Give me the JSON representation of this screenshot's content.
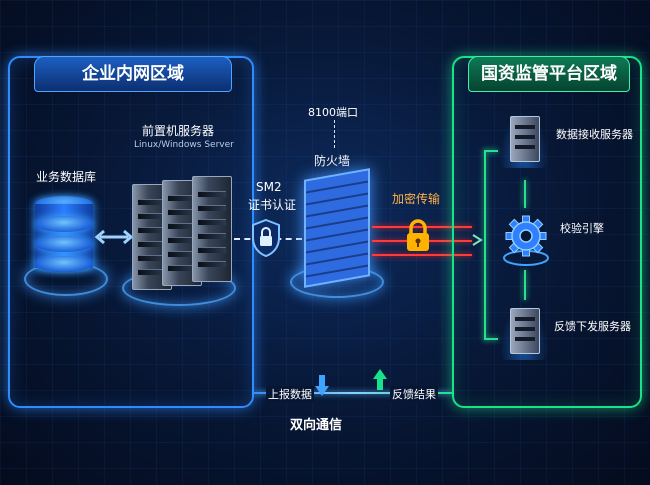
{
  "left_zone": {
    "title": "企业内网区域",
    "db_label": "业务数据库",
    "server_label": "前置机服务器",
    "server_sub": "Linux/Windows Server"
  },
  "middle": {
    "sm2_line1": "SM2",
    "sm2_line2": "证书认证",
    "port_label": "8100端口",
    "firewall_label": "防火墙",
    "encrypt_label": "加密传输"
  },
  "right_zone": {
    "title": "国资监管平台区域",
    "items": [
      {
        "label": "数据接收服务器"
      },
      {
        "label": "校验引擎"
      },
      {
        "label": "反馈下发服务器"
      }
    ]
  },
  "bottom": {
    "report_label": "上报数据",
    "feedback_label": "反馈结果",
    "center_label": "双向通信"
  },
  "colors": {
    "left_accent": "#2f8cff",
    "right_accent": "#19e38a",
    "encrypt_accent": "#ff3a3a",
    "lock_accent": "#ffb300"
  }
}
